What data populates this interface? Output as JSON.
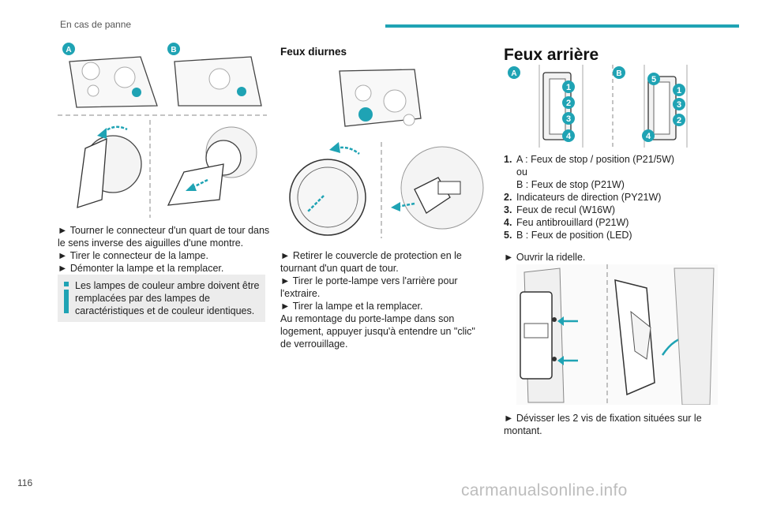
{
  "header": {
    "section_title": "En cas de panne",
    "accent_color": "#1fa3b4"
  },
  "footer": {
    "page_number": "116",
    "watermark": "carmanualsonline.info"
  },
  "col1": {
    "badge_a": "A",
    "badge_b": "B",
    "steps": [
      "► Tourner le connecteur d'un quart de tour dans le sens inverse des aiguilles d'une montre.",
      "► Tirer le connecteur de la lampe.",
      "► Démonter la lampe et la remplacer."
    ],
    "info_note": "Les lampes de couleur ambre doivent être remplacées par des lampes de caractéristiques et de couleur identiques."
  },
  "col2": {
    "heading": "Feux diurnes",
    "steps": [
      "► Retirer le couvercle de protection en le tournant d'un quart de tour.",
      "► Tirer le porte-lampe vers l'arrière pour l'extraire.",
      "► Tirer la lampe et la remplacer."
    ],
    "remount_note": "Au remontage du porte-lampe dans son logement, appuyer jusqu'à entendre un \"clic\" de verrouillage."
  },
  "col3": {
    "heading": "Feux arrière",
    "badge_a": "A",
    "badge_b": "B",
    "callouts_a": [
      "1",
      "2",
      "3",
      "4"
    ],
    "callouts_b": [
      "5",
      "1",
      "3",
      "2",
      "4"
    ],
    "lamp_list": [
      {
        "num": "1.",
        "text": "A : Feux de stop / position (P21/5W)"
      },
      {
        "num": "",
        "text": "ou"
      },
      {
        "num": "",
        "text": "B : Feux de stop (P21W)"
      },
      {
        "num": "2.",
        "text": "Indicateurs de direction (PY21W)"
      },
      {
        "num": "3.",
        "text": "Feux de recul (W16W)"
      },
      {
        "num": "4.",
        "text": "Feu antibrouillard (P21W)"
      },
      {
        "num": "5.",
        "text": "B : Feux de position (LED)"
      }
    ],
    "step_open": "► Ouvrir la ridelle.",
    "step_unscrew": "► Dévisser les 2 vis de fixation situées sur le montant."
  }
}
